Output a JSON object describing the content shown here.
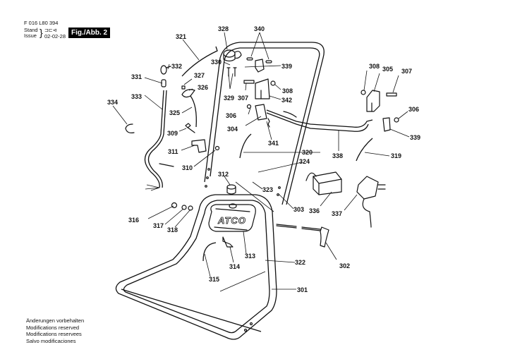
{
  "header": {
    "document_code": "F 016 L80 394",
    "stand_label": "Stand",
    "issue_label": "Issue",
    "stand_symbol": "⊐⊏⊲",
    "issue_date": "02-02-28",
    "figure_badge": "Fig./Abb. 2"
  },
  "footer": {
    "notes": [
      "Änderungen vorbehalten",
      "Modifications reserved",
      "Modifications reservees",
      "Salvo modificaciones"
    ]
  },
  "diagram": {
    "brand_text": "ATCO",
    "part_labels": {
      "p301": "301",
      "p302": "302",
      "p303": "303",
      "p304": "304",
      "p305": "305",
      "p306a": "306",
      "p306b": "306",
      "p307a": "307",
      "p307b": "307",
      "p308a": "308",
      "p308b": "308",
      "p309": "309",
      "p310": "310",
      "p311": "311",
      "p312": "312",
      "p313": "313",
      "p314": "314",
      "p315": "315",
      "p316": "316",
      "p317": "317",
      "p318": "318",
      "p319": "319",
      "p320": "320",
      "p321": "321",
      "p322": "322",
      "p323": "323",
      "p324": "324",
      "p325": "325",
      "p326": "326",
      "p327": "327",
      "p328": "328",
      "p329": "329",
      "p330": "330",
      "p331": "331",
      "p332": "332",
      "p333": "333",
      "p334": "334",
      "p336": "336",
      "p337": "337",
      "p338": "338",
      "p339a": "339",
      "p339b": "339",
      "p340": "340",
      "p341": "341",
      "p342": "342"
    }
  }
}
